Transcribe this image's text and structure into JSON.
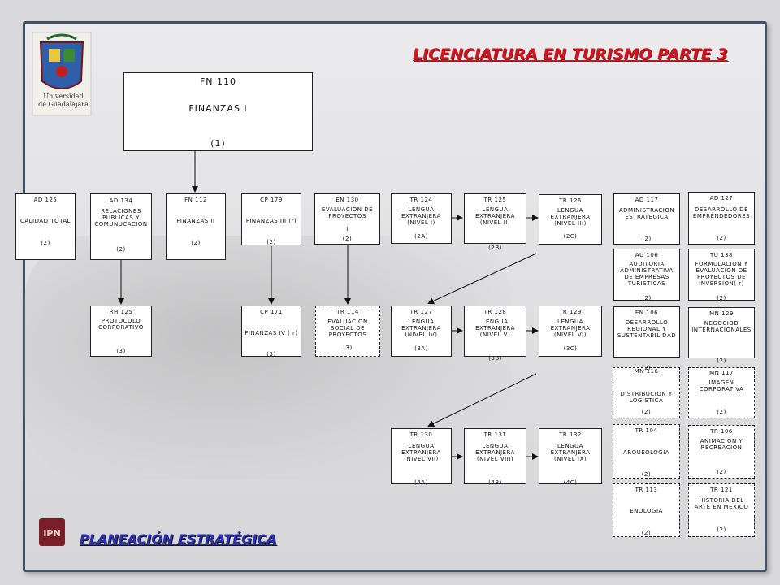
{
  "title": "LICENCIATURA EN TURISMO PARTE 3",
  "footer_title": "PLANEACIÓN ESTRATÉGICA",
  "logo_text": "Universidad de Guadalajara",
  "main": {
    "code": "FN 110",
    "name": "FINANZAS I",
    "credit": "(1)"
  },
  "courses": {
    "ad125": {
      "code": "AD 125",
      "name": "CALIDAD TOTAL",
      "credit": "(2)"
    },
    "ad134": {
      "code": "AD 134",
      "name": "RELACIONES PUBLICAS Y COMUNUCACION",
      "credit": "(2)"
    },
    "fn112": {
      "code": "FN 112",
      "name": "FINANZAS II",
      "credit": "(2)"
    },
    "cp179": {
      "code": "CP 179",
      "name": "FINANZAS III (r)",
      "credit": "(2)"
    },
    "en130": {
      "code": "EN 130",
      "name": "EVALUACION DE PROYECTOS",
      "extra": "I",
      "credit": "(2)"
    },
    "tr124": {
      "code": "TR 124",
      "name": "LENGUA EXTRANJERA (NIVEL I)",
      "credit": "(2A)"
    },
    "tr125": {
      "code": "TR 125",
      "name": "LENGUA EXTRANJERA (NIVEL II)",
      "credit": "(2B)"
    },
    "tr126": {
      "code": "TR 126",
      "name": "LENGUA EXTRANJERA (NIVEL III)",
      "credit": "(2C)"
    },
    "ad117": {
      "code": "AD 117",
      "name": "ADMINISTRACION ESTRATEGICA",
      "credit": "(2)"
    },
    "ad127": {
      "code": "AD 127",
      "name": "DESARROLLO DE EMPRENDEDORES",
      "credit": "(2)"
    },
    "au106": {
      "code": "AU 106",
      "name": "AUDITORIA ADMINISTRATIVA DE EMPRESAS TURISTICAS",
      "credit": "(2)"
    },
    "tu138": {
      "code": "TU 138",
      "name": "FORMULACION Y EVALUACION DE PROYECTOS DE INVERSION( r)",
      "credit": "(2)"
    },
    "rh125": {
      "code": "RH 125",
      "name": "PROTOCOLO CORPORATIVO",
      "credit": "(3)"
    },
    "cp171": {
      "code": "CP 171",
      "name": "FINANZAS IV ( r)",
      "credit": "(3)"
    },
    "tr114": {
      "code": "TR 114",
      "name": "EVALUACION SOCIAL DE PROYECTOS",
      "credit": "(3)"
    },
    "tr127": {
      "code": "TR 127",
      "name": "LENGUA EXTRANJERA (NIVEL IV)",
      "credit": "(3A)"
    },
    "tr128": {
      "code": "TR 128",
      "name": "LENGUA EXTRANJERA (NIVEL V)",
      "credit": "(3B)"
    },
    "tr129": {
      "code": "TR 129",
      "name": "LENGUA EXTRANJERA (NIVEL VI)",
      "credit": "(3C)"
    },
    "en106": {
      "code": "EN 106",
      "name": "DESARROLLO REGIONAL Y SUSTENTABILIDAD",
      "credit": "(2)"
    },
    "mn129": {
      "code": "MN 129",
      "name": "NEGOCIOD INTERNACIONALES",
      "credit": "(2)"
    },
    "mn116": {
      "code": "MN 116",
      "name": "DISTRIBUCION Y LOGISTICA",
      "credit": "(2)"
    },
    "mn117": {
      "code": "MN 117",
      "name": "IMAGEN CORPORATIVA",
      "credit": "(2)"
    },
    "tr130": {
      "code": "TR 130",
      "name": "LENGUA EXTRANJERA (NIVEL VII)",
      "credit": "(4A)"
    },
    "tr131": {
      "code": "TR 131",
      "name": "LENGUA EXTRANJERA (NIVEL VIII)",
      "credit": "(4B)"
    },
    "tr132": {
      "code": "TR 132",
      "name": "LENGUA EXTRANJERA (NIVEL IX)",
      "credit": "(4C)"
    },
    "tr104": {
      "code": "TR 104",
      "name": "ARQUEOLOGIA",
      "credit": "(2)"
    },
    "tr106": {
      "code": "TR 106",
      "name": "ANIMACION Y RECREACION",
      "credit": "(2)"
    },
    "tr113": {
      "code": "TR 113",
      "name": "ENOLOGIA",
      "credit": "(2)"
    },
    "tr121": {
      "code": "TR 121",
      "name": "HISTORIA DEL ARTE EN MEXICO",
      "credit": "(2)"
    }
  },
  "colors": {
    "title": "#d2141e",
    "footer": "#2a2fb4",
    "frame": "#45506a"
  }
}
